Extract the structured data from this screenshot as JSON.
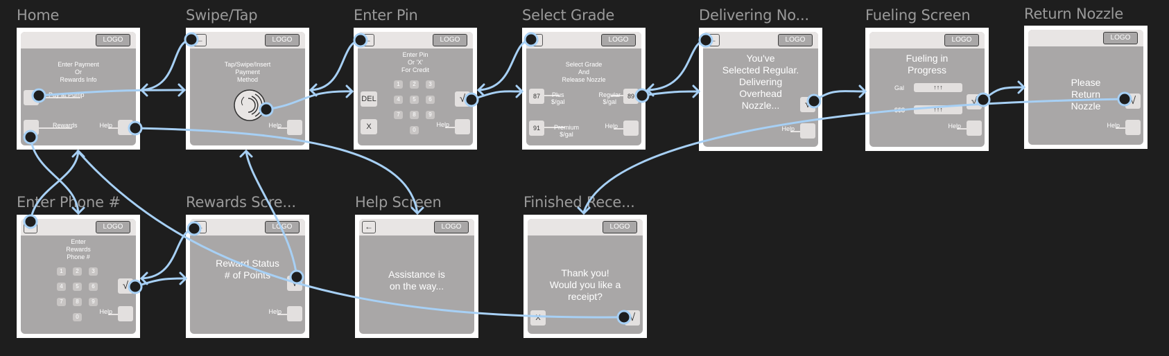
{
  "frames": [
    {
      "id": "home",
      "title": "Home",
      "logo": "LOGO",
      "message": "Enter Payment\nOr\nRewards Info",
      "options": {
        "pump": "Pay at Pump",
        "rewards": "Rewards",
        "help": "Help"
      }
    },
    {
      "id": "swipe",
      "title": "Swipe/Tap",
      "logo": "LOGO",
      "message": "Tap/Swipe/Insert\nPayment\nMethod",
      "help": "Help"
    },
    {
      "id": "pin",
      "title": "Enter Pin",
      "logo": "LOGO",
      "message": "Enter Pin\nOr 'X'\nFor Credit",
      "keys": [
        "1",
        "2",
        "3",
        "4",
        "5",
        "6",
        "7",
        "8",
        "9",
        "0"
      ],
      "del": "DEL",
      "x": "X",
      "check": "√",
      "help": "Help"
    },
    {
      "id": "grade",
      "title": "Select Grade",
      "logo": "LOGO",
      "message": "Select Grade\nAnd\nRelease Nozzle",
      "plus": "Plus\n$/gal",
      "regular": "Regular\n$/gal",
      "premium": "Premium\n$/gal",
      "plus_code": "87",
      "regular_code": "89",
      "premium_code": "91",
      "help": "Help"
    },
    {
      "id": "delivering",
      "title": "Delivering No...",
      "logo": "LOGO",
      "message": "You've\nSelected Regular.\nDelivering\nOverhead\nNozzle...",
      "check": "√",
      "help": "Help"
    },
    {
      "id": "fueling",
      "title": "Fueling Screen",
      "logo": "LOGO",
      "message": "Fueling in\nProgress",
      "gal_label": "Gal",
      "gal_value": "↑↑↑",
      "dollar_label": "$$$",
      "dollar_value": "↑↑↑",
      "check": "√",
      "help": "Help"
    },
    {
      "id": "return",
      "title": "Return Nozzle",
      "logo": "LOGO",
      "message": "Please\nReturn\nNozzle",
      "check": "√",
      "help": "Help"
    },
    {
      "id": "phone",
      "title": "Enter Phone #",
      "logo": "LOGO",
      "message": "Enter\nRewards\nPhone #",
      "keys": [
        "1",
        "2",
        "3",
        "4",
        "5",
        "6",
        "7",
        "8",
        "9",
        "0"
      ],
      "check": "√",
      "help": "Help"
    },
    {
      "id": "rewards",
      "title": "Rewards Scre...",
      "logo": "LOGO",
      "message": "Reward Status\n# of Points",
      "check": "√",
      "help": "Help"
    },
    {
      "id": "help",
      "title": "Help Screen",
      "logo": "LOGO",
      "message": "Assistance is\non the way..."
    },
    {
      "id": "receipt",
      "title": "Finished Rece...",
      "logo": "LOGO",
      "message": "Thank you!\nWould you like a\nreceipt?",
      "x": "X",
      "check": "√"
    }
  ],
  "colors": {
    "canvas": "#1e1e1e",
    "screen": "#a9a7a7",
    "topbar": "#e8e5e4",
    "wire": "#a7d0f5"
  }
}
